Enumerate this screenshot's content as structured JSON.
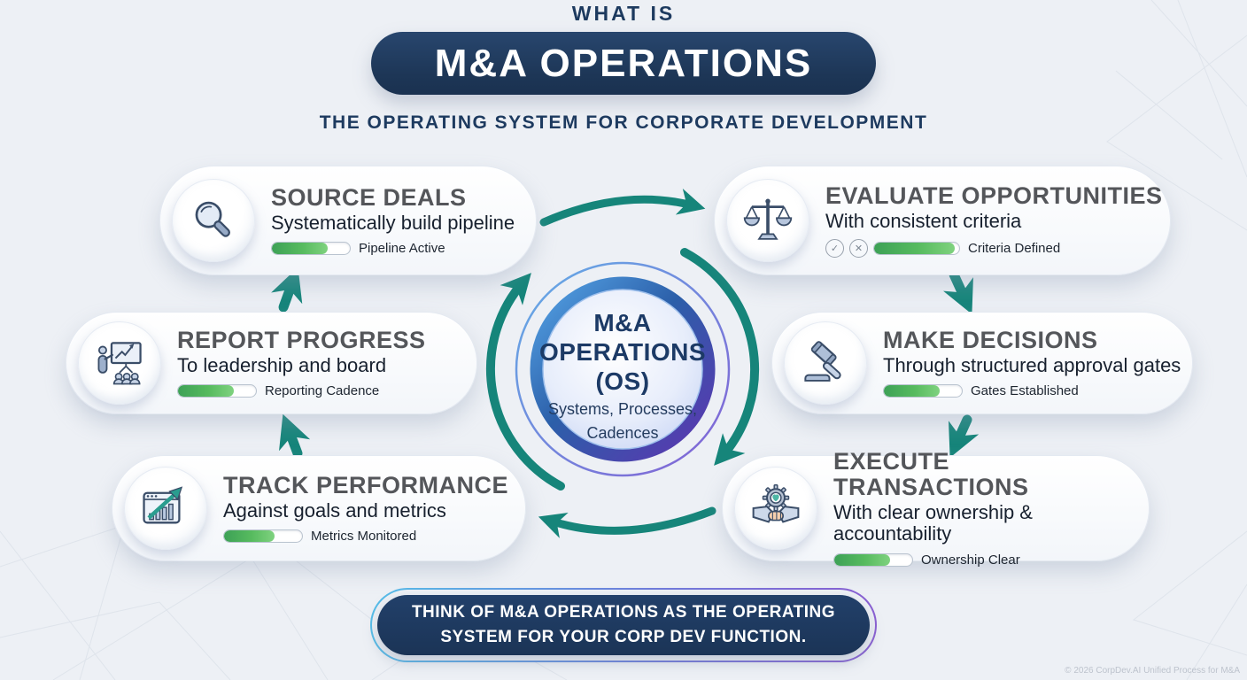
{
  "header": {
    "eyebrow": "WHAT IS",
    "title": "M&A OPERATIONS",
    "subtitle": "THE OPERATING SYSTEM FOR CORPORATE DEVELOPMENT"
  },
  "center": {
    "line1": "M&A",
    "line2": "OPERATIONS",
    "line3": "(OS)",
    "sub1": "Systems, Processes,",
    "sub2": "Cadences"
  },
  "cards": [
    {
      "id": "source-deals",
      "title": "SOURCE DEALS",
      "subtitle": "Systematically build pipeline",
      "status": "Pipeline Active",
      "icon": "magnifier-icon",
      "progress": 72
    },
    {
      "id": "evaluate-opportunities",
      "title": "EVALUATE OPPORTUNITIES",
      "subtitle": "With consistent criteria",
      "status": "Criteria Defined",
      "icon": "scale-icon",
      "progress": 95,
      "check_icon": "✓",
      "x_icon": "✕"
    },
    {
      "id": "report-progress",
      "title": "REPORT PROGRESS",
      "subtitle": "To leadership and board",
      "status": "Reporting Cadence",
      "icon": "presentation-icon",
      "progress": 72
    },
    {
      "id": "make-decisions",
      "title": "MAKE DECISIONS",
      "subtitle": "Through structured approval gates",
      "status": "Gates Established",
      "icon": "gavel-icon",
      "progress": 72
    },
    {
      "id": "track-performance",
      "title": "TRACK PERFORMANCE",
      "subtitle": "Against goals and metrics",
      "status": "Metrics Monitored",
      "icon": "chart-icon",
      "progress": 65
    },
    {
      "id": "execute-transactions",
      "title": "EXECUTE TRANSACTIONS",
      "subtitle": "With clear ownership & accountability",
      "status": "Ownership Clear",
      "icon": "handshake-icon",
      "progress": 72
    }
  ],
  "footer": {
    "banner": "THINK OF M&A OPERATIONS AS THE OPERATING SYSTEM FOR YOUR CORP DEV FUNCTION.",
    "copyright": "© 2026 CorpDev.AI Unified Process for M&A"
  },
  "colors": {
    "accent_teal": "#16857a",
    "navy": "#1d3a5f",
    "progress_green": "#57bb5f",
    "ring_blue": "#2c5fa9",
    "ring_purple": "#5d35b0",
    "background": "#edf0f5"
  }
}
